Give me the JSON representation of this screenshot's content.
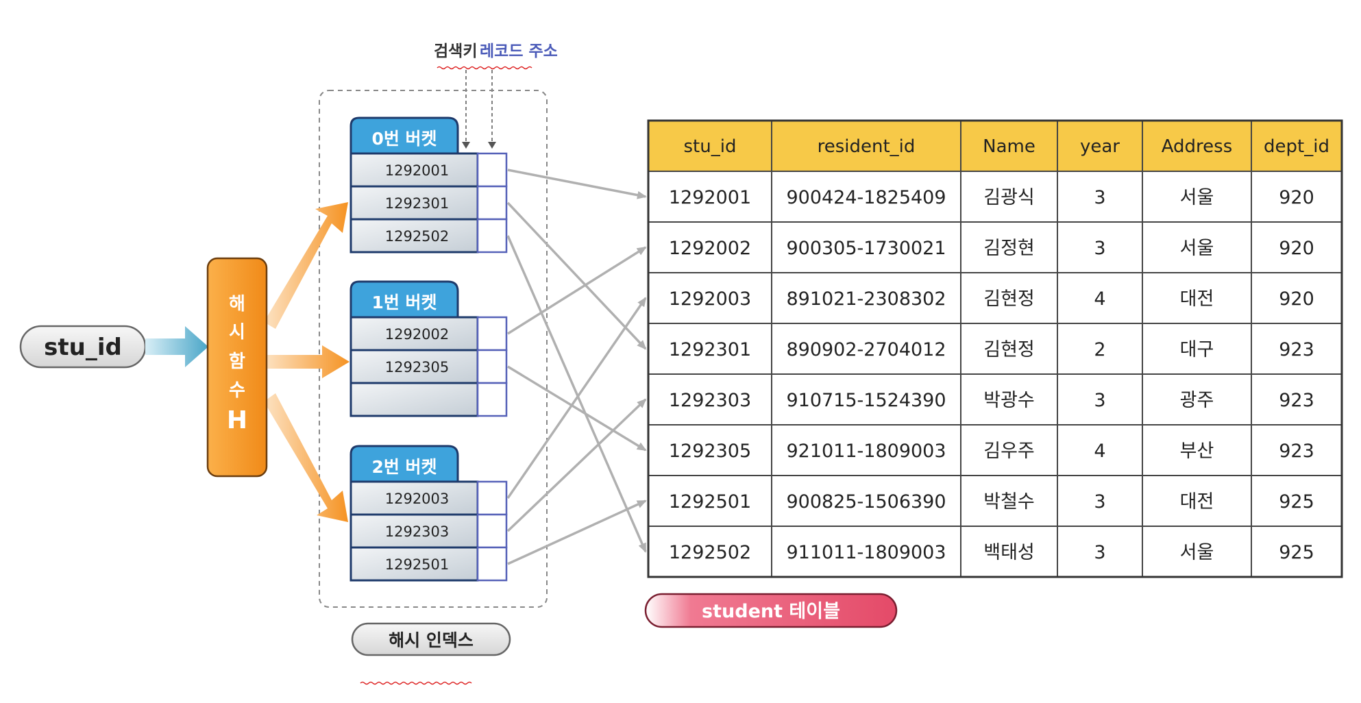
{
  "header": {
    "key_label": "검색키",
    "addr_label": "레코드 주소"
  },
  "input_label": "stu_id",
  "hash_fn": {
    "chars": [
      "해",
      "시",
      "함",
      "수"
    ],
    "h": "H"
  },
  "buckets": [
    {
      "title": "0번 버켓",
      "keys": [
        "1292001",
        "1292301",
        "1292502"
      ]
    },
    {
      "title": "1번 버켓",
      "keys": [
        "1292002",
        "1292305",
        ""
      ]
    },
    {
      "title": "2번 버켓",
      "keys": [
        "1292003",
        "1292303",
        "1292501"
      ]
    }
  ],
  "index_label": "해시 인덱스",
  "table": {
    "columns": [
      "stu_id",
      "resident_id",
      "Name",
      "year",
      "Address",
      "dept_id"
    ],
    "rows": [
      [
        "1292001",
        "900424-1825409",
        "김광식",
        "3",
        "서울",
        "920"
      ],
      [
        "1292002",
        "900305-1730021",
        "김정현",
        "3",
        "서울",
        "920"
      ],
      [
        "1292003",
        "891021-2308302",
        "김현정",
        "4",
        "대전",
        "920"
      ],
      [
        "1292301",
        "890902-2704012",
        "김현정",
        "2",
        "대구",
        "923"
      ],
      [
        "1292303",
        "910715-1524390",
        "박광수",
        "3",
        "광주",
        "923"
      ],
      [
        "1292305",
        "921011-1809003",
        "김우주",
        "4",
        "부산",
        "923"
      ],
      [
        "1292501",
        "900825-1506390",
        "박철수",
        "3",
        "대전",
        "925"
      ],
      [
        "1292502",
        "911011-1809003",
        "백태성",
        "3",
        "서울",
        "925"
      ]
    ]
  },
  "table_label": "student 테이블",
  "links": [
    {
      "from": [
        0,
        0
      ],
      "to": 0
    },
    {
      "from": [
        0,
        1
      ],
      "to": 3
    },
    {
      "from": [
        0,
        2
      ],
      "to": 7
    },
    {
      "from": [
        1,
        0
      ],
      "to": 1
    },
    {
      "from": [
        1,
        1
      ],
      "to": 5
    },
    {
      "from": [
        2,
        0
      ],
      "to": 2
    },
    {
      "from": [
        2,
        1
      ],
      "to": 4
    },
    {
      "from": [
        2,
        2
      ],
      "to": 6
    }
  ],
  "colors": {
    "bucket_tab": "#3ea3dc",
    "bucket_border": "#1e3a6b",
    "addr_border": "#5561b8",
    "hash_orange": "#f59323",
    "table_header": "#f7c948",
    "table_label": "#e8506e",
    "input_arrow": "#4aa6c8",
    "link_arrow": "#b0b0b0"
  }
}
